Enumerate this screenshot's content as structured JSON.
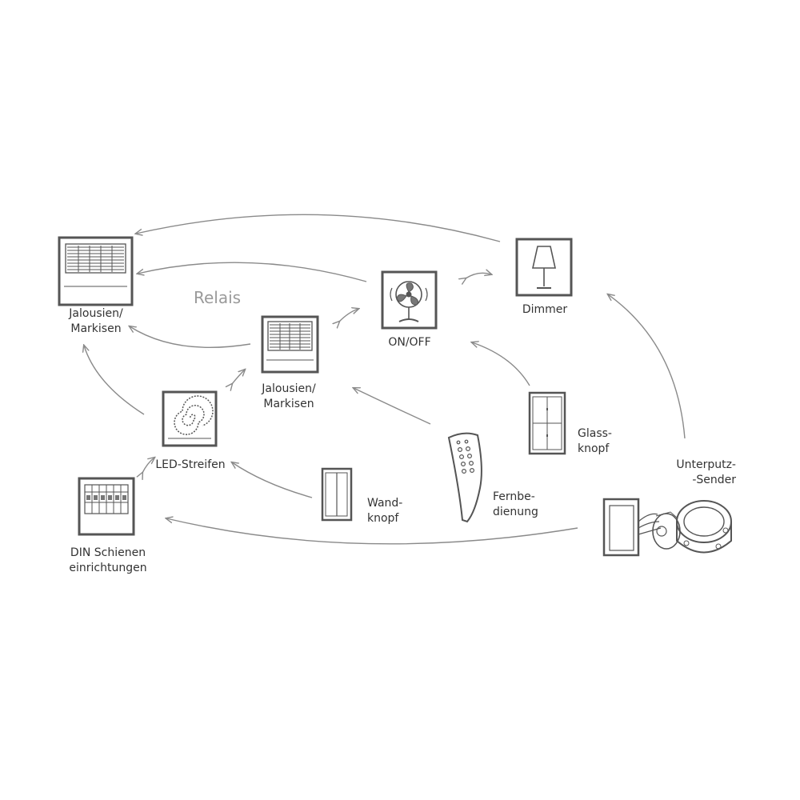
{
  "colors": {
    "stroke": "#555555",
    "arrow": "#8a8a8a",
    "relais": "#9a9a9a",
    "text": "#333333"
  },
  "diagram": {
    "group_label": "Relais",
    "nodes": {
      "jalousien_left": {
        "line1": "Jalousien/",
        "line2": "Markisen",
        "icon": "blinds-icon"
      },
      "jalousien_center": {
        "line1": "Jalousien/",
        "line2": "Markisen",
        "icon": "blinds-icon"
      },
      "onoff": {
        "label": "ON/OFF",
        "icon": "fan-icon"
      },
      "dimmer": {
        "label": "Dimmer",
        "icon": "lamp-icon"
      },
      "led": {
        "label": "LED-Streifen",
        "icon": "led-strip-icon"
      },
      "din": {
        "line1": "DIN Schienen",
        "line2": "einrichtungen",
        "icon": "din-rail-icon"
      },
      "wandknopf": {
        "line1": "Wand-",
        "line2": "knopf",
        "icon": "wall-switch-icon"
      },
      "fernbedienung": {
        "line1": "Fernbe-",
        "line2": "dienung",
        "icon": "remote-control-icon"
      },
      "glassknopf": {
        "line1": "Glass-",
        "line2": "knopf",
        "icon": "glass-switch-icon"
      },
      "unterputz": {
        "line1": "Unterputz-",
        "line2": "-Sender",
        "icon": "flush-mount-transmitter-icon"
      }
    }
  }
}
